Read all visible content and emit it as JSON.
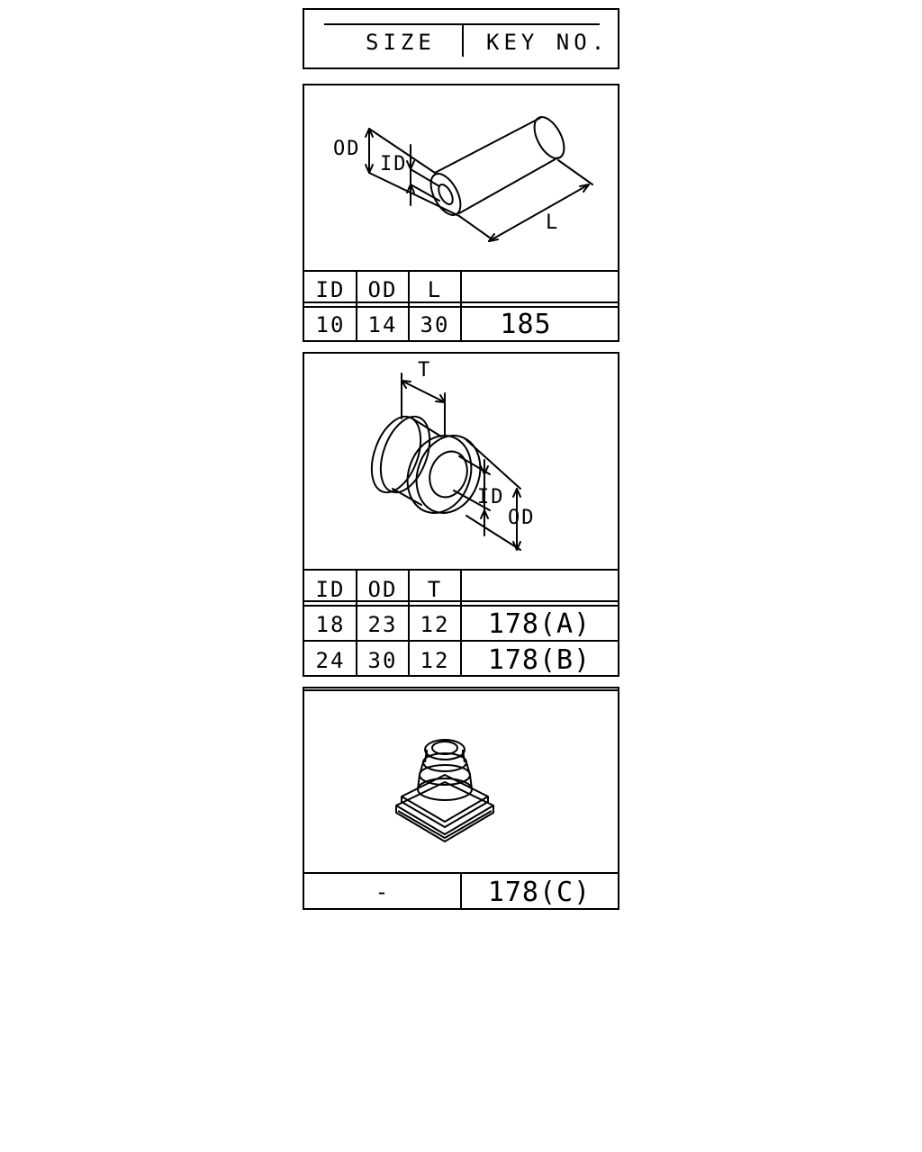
{
  "header": {
    "size_label": "SIZE",
    "key_no_label": "KEY NO."
  },
  "panel1": {
    "dim_labels": {
      "od": "OD",
      "id": "ID",
      "l": "L"
    },
    "columns": [
      "ID",
      "OD",
      "L",
      ""
    ],
    "rows": [
      {
        "id": "10",
        "od": "14",
        "l": "30",
        "key": "185"
      }
    ]
  },
  "panel2": {
    "dim_labels": {
      "t": "T",
      "id": "ID",
      "od": "OD"
    },
    "columns": [
      "ID",
      "OD",
      "T",
      ""
    ],
    "rows": [
      {
        "id": "18",
        "od": "23",
        "t": "12",
        "key": "178(A)"
      },
      {
        "id": "24",
        "od": "30",
        "t": "12",
        "key": "178(B)"
      }
    ]
  },
  "panel3": {
    "size": "-",
    "key": "178(C)"
  }
}
